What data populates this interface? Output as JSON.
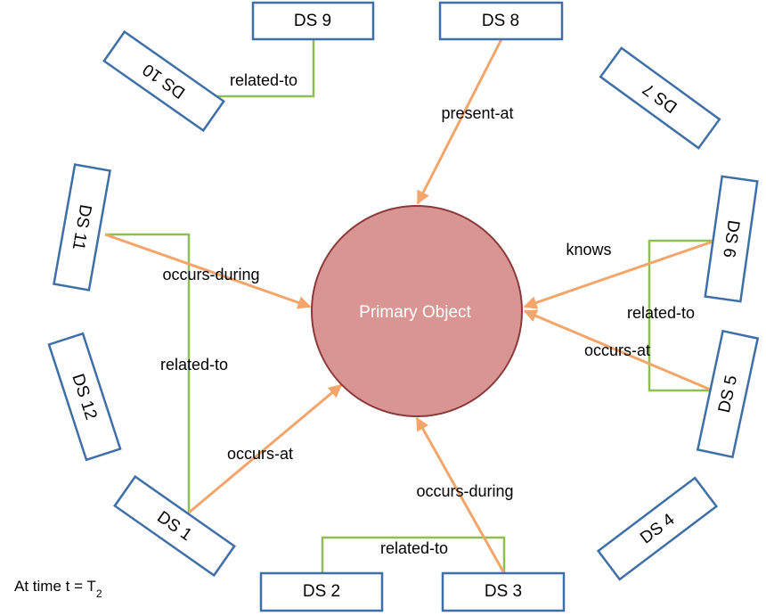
{
  "primary_object": {
    "label": "Primary Object"
  },
  "nodes": {
    "ds1": "DS 1",
    "ds2": "DS 2",
    "ds3": "DS 3",
    "ds4": "DS 4",
    "ds5": "DS 5",
    "ds6": "DS 6",
    "ds7": "DS 7",
    "ds8": "DS 8",
    "ds9": "DS 9",
    "ds10": "DS 10",
    "ds11": "DS 11",
    "ds12": "DS 12"
  },
  "edges": {
    "ds9_ds10": "related-to",
    "ds8_primary": "present-at",
    "ds11_primary": "occurs-during",
    "ds11_ds1": "related-to",
    "ds1_primary": "occurs-at",
    "ds2_ds3": "related-to",
    "ds3_primary": "occurs-during",
    "ds6_primary": "knows",
    "ds6_ds5": "related-to",
    "ds5_primary": "occurs-at"
  },
  "footer": {
    "time_prefix": "At time t = T",
    "time_subscript": "2"
  },
  "colors": {
    "box_border": "#3e6fa6",
    "arrow": "#f3a56a",
    "relation_line": "#8fbe55",
    "circle_fill": "#d99594",
    "circle_border": "#8b3a3a"
  }
}
